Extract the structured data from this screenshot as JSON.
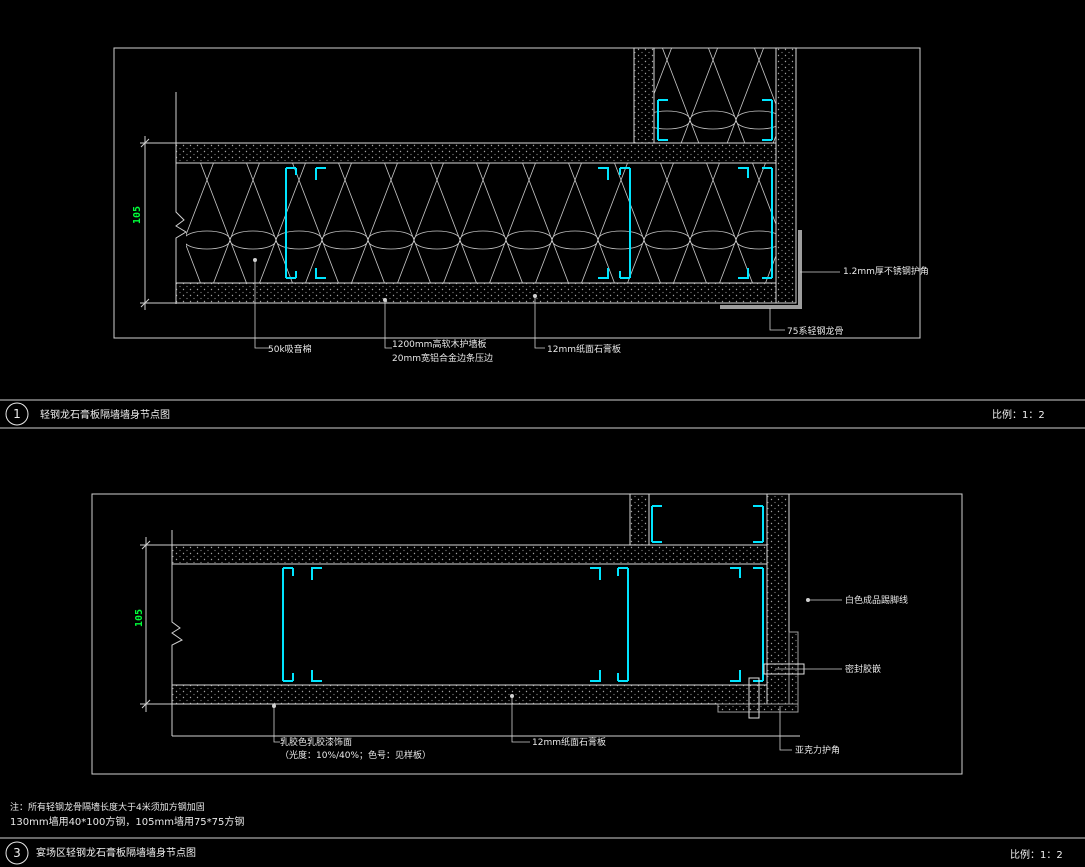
{
  "colors": {
    "background": "#000000",
    "frame": "#cfcfcf",
    "stud": "#00e5ff",
    "dimension_text": "#00ff3a",
    "board_dots": "#9a9a9a",
    "steel_angle": "#9e9e9e"
  },
  "detail_top": {
    "number": "1",
    "title": "轻钢龙石膏板隔墙墙身节点图",
    "scale": "比例：1：2",
    "dimension": "105",
    "labels": {
      "insulation": "50k吸音棉",
      "wood_strip_1": "1200mm高软木护墙板",
      "wood_strip_2": "20mm宽铝合金边条压边",
      "gypsum": "12mm纸面石膏板",
      "steel_angle": "1.2mm厚不锈钢护角",
      "keel": "75系轻钢龙骨"
    }
  },
  "detail_bottom": {
    "number": "3",
    "title": "宴场区轻钢龙石膏板隔墙墙身节点图",
    "scale": "比例：1：2",
    "dimension": "105",
    "labels": {
      "skirting": "白色成品踢脚线",
      "sealant": "密封胶嵌",
      "paint_1": "乳胶色乳胶漆饰面",
      "paint_2": "（光度：10%/40%；色号：见样板）",
      "gypsum": "12mm纸面石膏板",
      "corner": "亚克力护角"
    }
  },
  "notes": {
    "line_1": "注：所有轻钢龙骨隔墙长度大于4米须加方钢加固",
    "line_2": "130mm墙用40*100方钢，105mm墙用75*75方钢"
  }
}
